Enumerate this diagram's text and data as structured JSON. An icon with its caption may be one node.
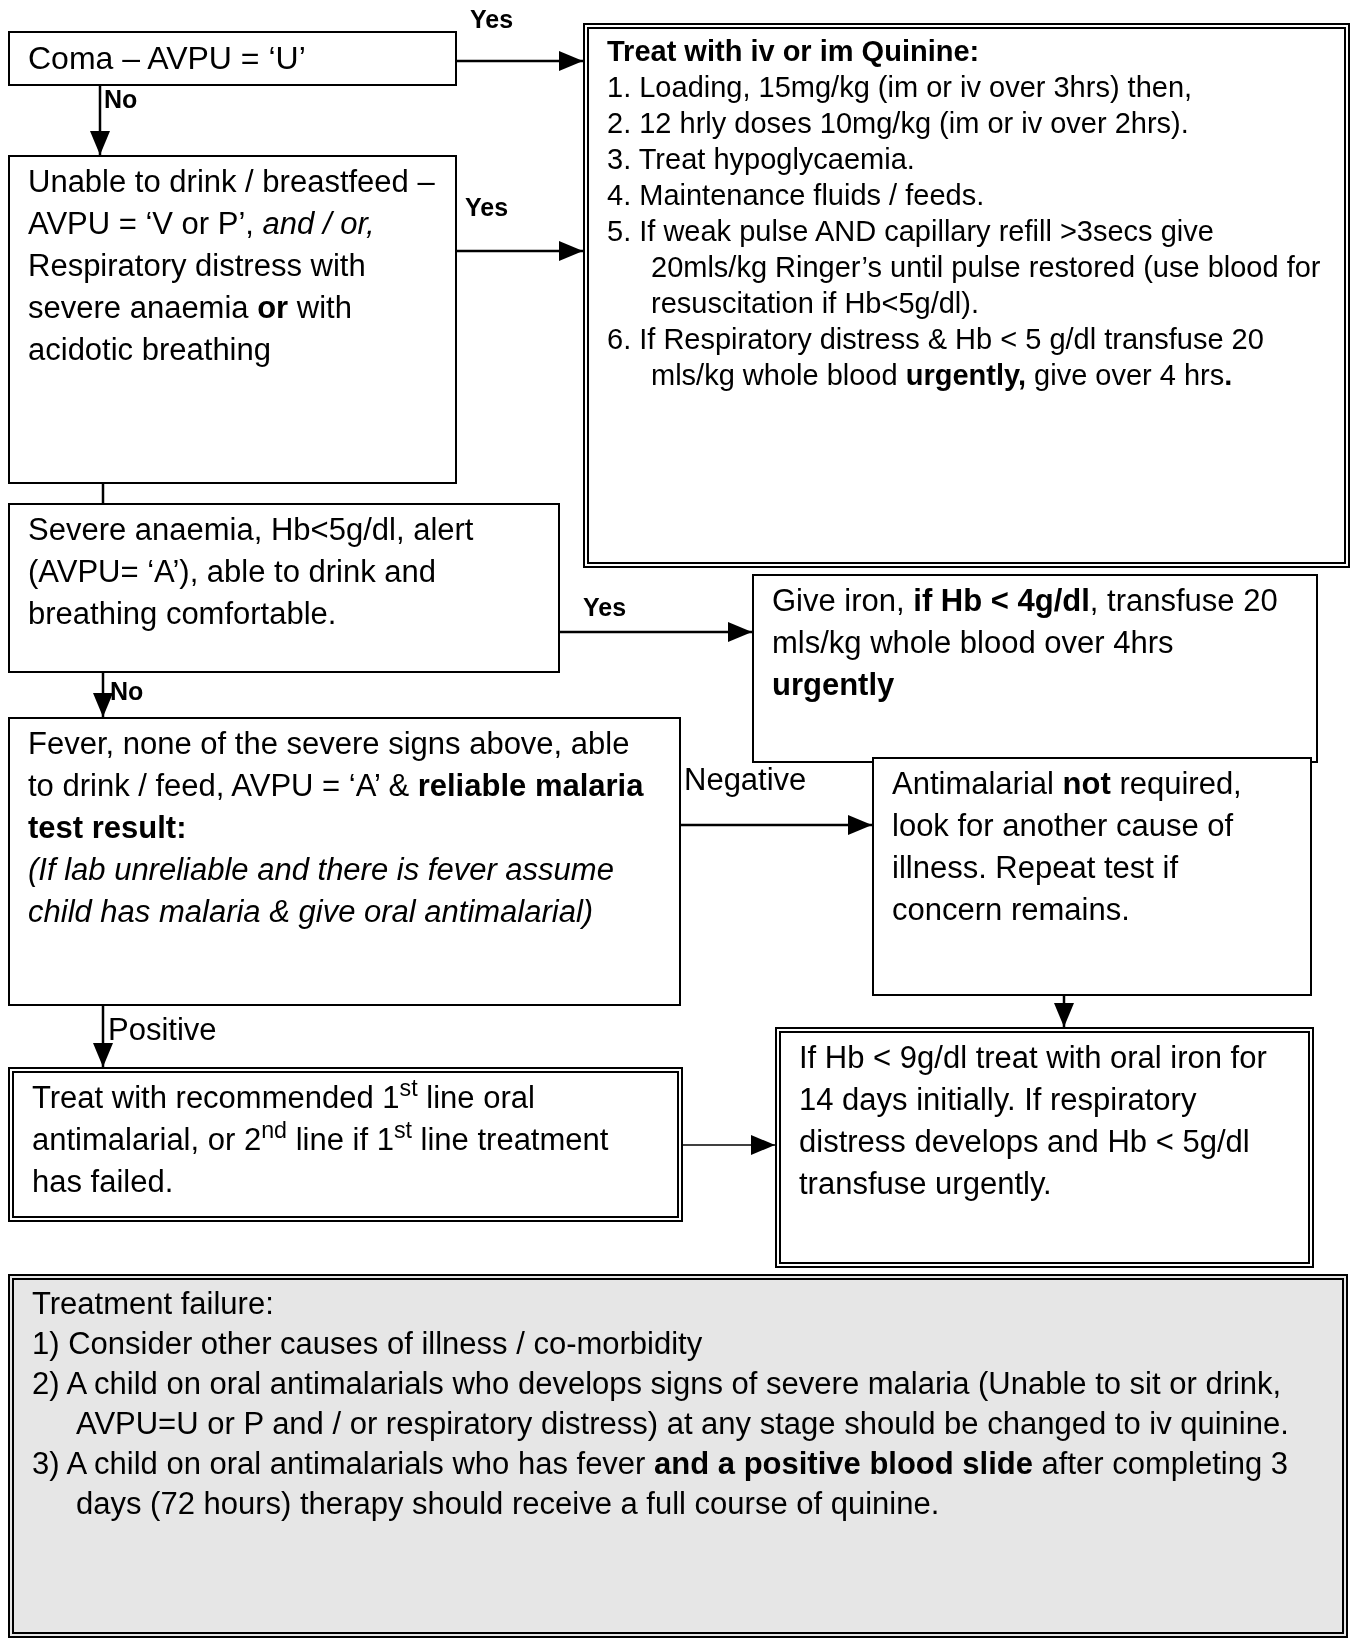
{
  "diagram": {
    "nodes": [
      {
        "text": [
          "Coma – AVPU = ‘U’"
        ]
      },
      {
        "text": [
          "Treat with iv or im Quinine:",
          "1. Loading, 15mg/kg (im or iv over 3hrs) then,",
          "2. 12 hrly doses 10mg/kg (im or iv over 2hrs).",
          "3. Treat hypoglycaemia.",
          "4. Maintenance fluids / feeds.",
          "5. If weak pulse AND capillary refill >3secs give 20mls/kg Ringer’s until pulse restored (use blood for resuscitation if Hb<5g/dl).",
          "6. If Respiratory distress & Hb < 5 g/dl transfuse 20 mls/kg whole blood **urgently,** give over 4 hrs**.**"
        ]
      },
      {
        "text": [
          "Unable to drink / breastfeed – AVPU = ‘V or P’, *and / or,* Respiratory distress with severe anaemia **or** with acidotic breathing"
        ]
      },
      {
        "text": [
          "Severe anaemia, Hb<5g/dl, alert (AVPU= ‘A’), able to drink and breathing comfortable."
        ]
      },
      {
        "text": [
          "Give iron, **if Hb < 4g/dl**, transfuse 20 mls/kg whole blood over 4hrs **urgently**"
        ]
      },
      {
        "text": [
          "Fever, none of the severe signs above, able to drink / feed, AVPU = ‘A’ & **reliable malaria test result:**",
          "(If lab unreliable and there is fever assume child has malaria & give oral antimalarial)"
        ]
      },
      {
        "text": [
          "Antimalarial **not** required, look for another cause of illness. Repeat test if concern remains."
        ]
      },
      {
        "text": [
          "Treat with recommended 1$^{st}$ line oral antimalarial, or 2$^{nd}$ line if 1$^{st}$ line treatment has failed."
        ]
      },
      {
        "text": [
          "If Hb < 9g/dl treat with oral iron for 14 days initially. If respiratory distress develops and Hb < 5g/dl transfuse urgently."
        ]
      },
      {
        "text": [
          "Treatment failure:",
          "1) Consider other causes of illness / co-morbidity",
          "2) A child on oral antimalarials who develops signs of severe malaria (Unable to sit or drink, AVPU=U or P and / or respiratory distress) at any stage should be changed to iv quinine.",
          "3) A child on oral antimalarials who has fever **and a positive blood slide** after completing 3 days (72 hours) therapy should receive a full course of quinine."
        ]
      }
    ],
    "edges": [
      {
        "from": 0,
        "to": 1,
        "arrow": "to",
        "label": "Yes"
      },
      {
        "from": 0,
        "to": 2,
        "arrow": "to",
        "label": "No"
      },
      {
        "from": 2,
        "to": 1,
        "arrow": "to",
        "label": "Yes"
      },
      {
        "from": 2,
        "to": 3,
        "arrow": "none"
      },
      {
        "from": 3,
        "to": 4,
        "arrow": "to",
        "label": "Yes"
      },
      {
        "from": 3,
        "to": 5,
        "arrow": "to",
        "label": "No"
      },
      {
        "from": 5,
        "to": 6,
        "arrow": "to",
        "label": "Negative"
      },
      {
        "from": 5,
        "to": 7,
        "arrow": "to",
        "label": "Positive"
      },
      {
        "from": 6,
        "to": 8,
        "arrow": "to"
      },
      {
        "from": 7,
        "to": 8,
        "arrow": "to"
      }
    ]
  }
}
